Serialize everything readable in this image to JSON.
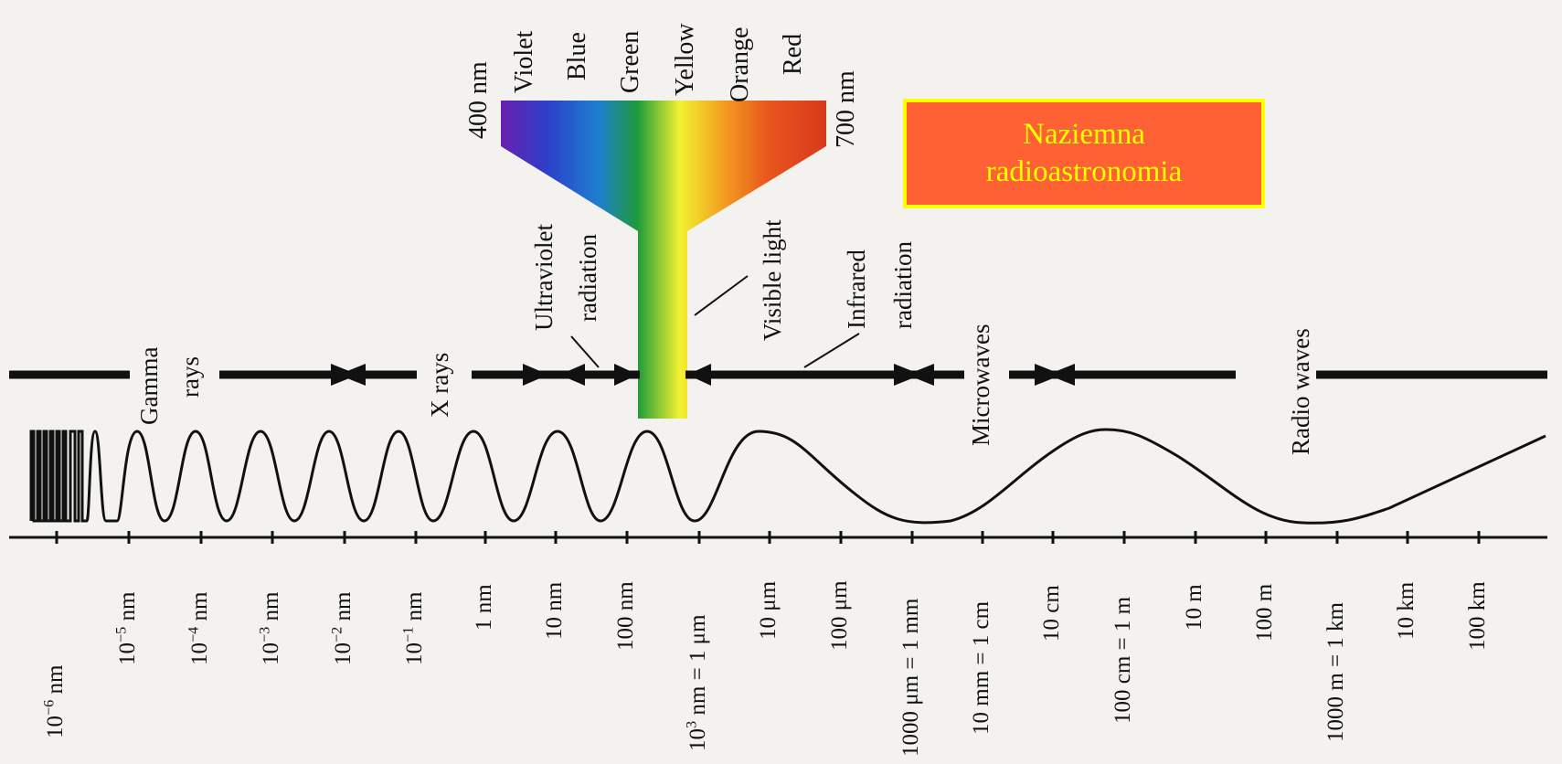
{
  "scale_labels": [
    {
      "base": "10",
      "exp": "−6",
      "unit": " nm"
    },
    {
      "base": "10",
      "exp": "−5",
      "unit": " nm"
    },
    {
      "base": "10",
      "exp": "−4",
      "unit": " nm"
    },
    {
      "base": "10",
      "exp": "−3",
      "unit": " nm"
    },
    {
      "base": "10",
      "exp": "−2",
      "unit": " nm"
    },
    {
      "base": "10",
      "exp": "−1",
      "unit": " nm"
    },
    {
      "text": "1 nm"
    },
    {
      "text": "10 nm"
    },
    {
      "text": "100 nm"
    },
    {
      "base": "10",
      "exp": "3",
      "unit": " nm = 1 μm"
    },
    {
      "text": "10 μm"
    },
    {
      "text": "100 μm"
    },
    {
      "text": "1000 μm = 1 mm"
    },
    {
      "text": "10 mm = 1 cm"
    },
    {
      "text": "10 cm"
    },
    {
      "text": "100 cm = 1 m"
    },
    {
      "text": "10 m"
    },
    {
      "text": "100 m"
    },
    {
      "text": "1000 m = 1 km"
    },
    {
      "text": "10 km"
    },
    {
      "text": "100 km"
    }
  ],
  "bands": {
    "gamma_line1": "Gamma",
    "gamma_line2": "rays",
    "xrays": "X rays",
    "uv_line1": "Ultraviolet",
    "uv_line2": "radiation",
    "visible": "Visible light",
    "ir_line1": "Infrared",
    "ir_line2": "radiation",
    "microwaves": "Microwaves",
    "radio": "Radio waves"
  },
  "visible_spectrum": {
    "start_label": "400 nm",
    "end_label": "700 nm",
    "colors": [
      "Violet",
      "Blue",
      "Green",
      "Yellow",
      "Orange",
      "Red"
    ]
  },
  "note_box": {
    "line1": "Naziemna",
    "line2": "radioastronomia",
    "fill": "#fe6134",
    "border": "#ffff00",
    "text_color": "#ffff00"
  }
}
